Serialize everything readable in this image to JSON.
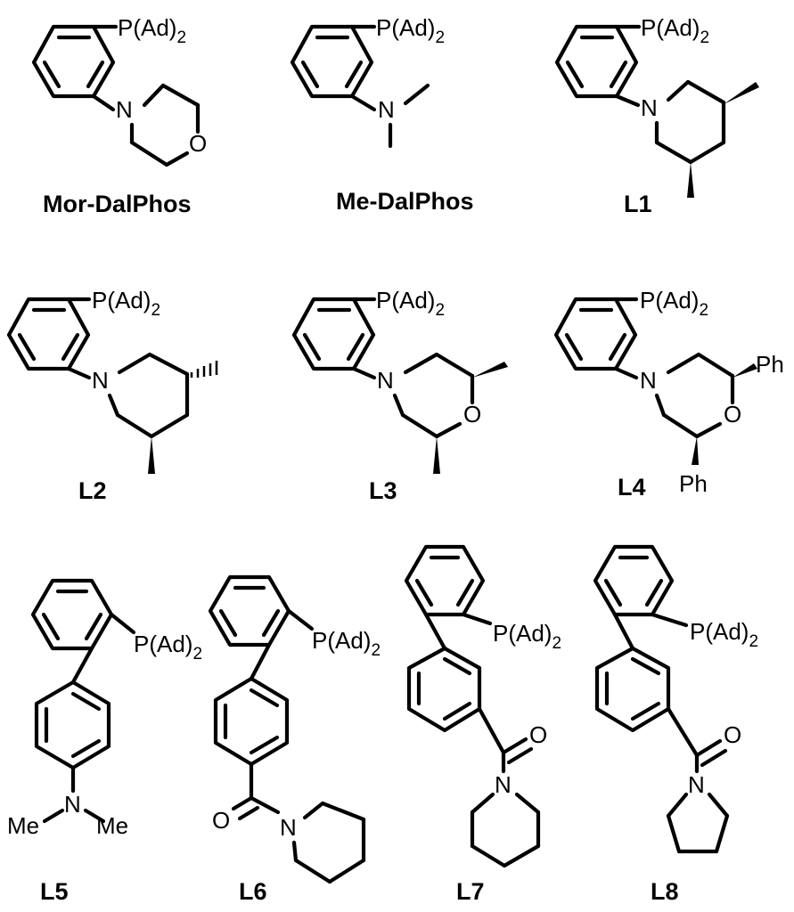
{
  "labels": {
    "p_group": "P(Ad)",
    "p_sub": "2",
    "n": "N",
    "o": "O",
    "ph": "Ph",
    "me": "Me"
  },
  "compounds": [
    {
      "name": "Mor-DalPhos"
    },
    {
      "name": "Me-DalPhos"
    },
    {
      "name": "L1"
    },
    {
      "name": "L2"
    },
    {
      "name": "L3"
    },
    {
      "name": "L4"
    },
    {
      "name": "L5"
    },
    {
      "name": "L6"
    },
    {
      "name": "L7"
    },
    {
      "name": "L8"
    }
  ]
}
